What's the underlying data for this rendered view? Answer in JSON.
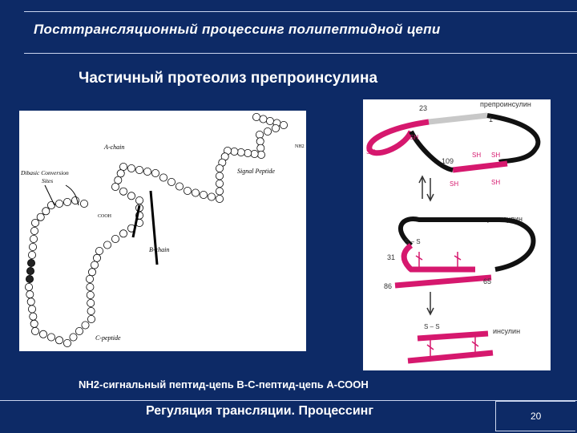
{
  "header": {
    "title": "Посттрансляционный  процессинг полипептидной цепи"
  },
  "main": {
    "subtitle": "Частичный протеолиз  препроинсулина",
    "caption": "NH2-сигнальный пептид-цепь В-С-пептид-цепь А-СООН"
  },
  "left_diagram": {
    "labels": {
      "a_chain": "A-chain",
      "b_chain": "B-chain",
      "c_peptide": "C-peptide",
      "signal_peptide": "Signal Peptide",
      "nh2": "NH2",
      "cooh": "COOH",
      "dibasic": "Dibasic Conversion",
      "sites": "Sites"
    }
  },
  "right_diagram": {
    "labels": {
      "preproinsulin": "препроинсулин",
      "proinsulin": "проинсулин",
      "insulin": "инсулин",
      "n23": "23",
      "n1": "1",
      "n109": "109",
      "n31": "31",
      "n86": "86",
      "n65": "65",
      "sh": "SH",
      "ss": "S – S"
    },
    "colors": {
      "chain_pink": "#d6186e",
      "chain_black": "#111111",
      "signal_gray": "#c8c8c8"
    }
  },
  "footer": {
    "text": "Регуляция трансляции. Процессинг",
    "page": "20"
  }
}
